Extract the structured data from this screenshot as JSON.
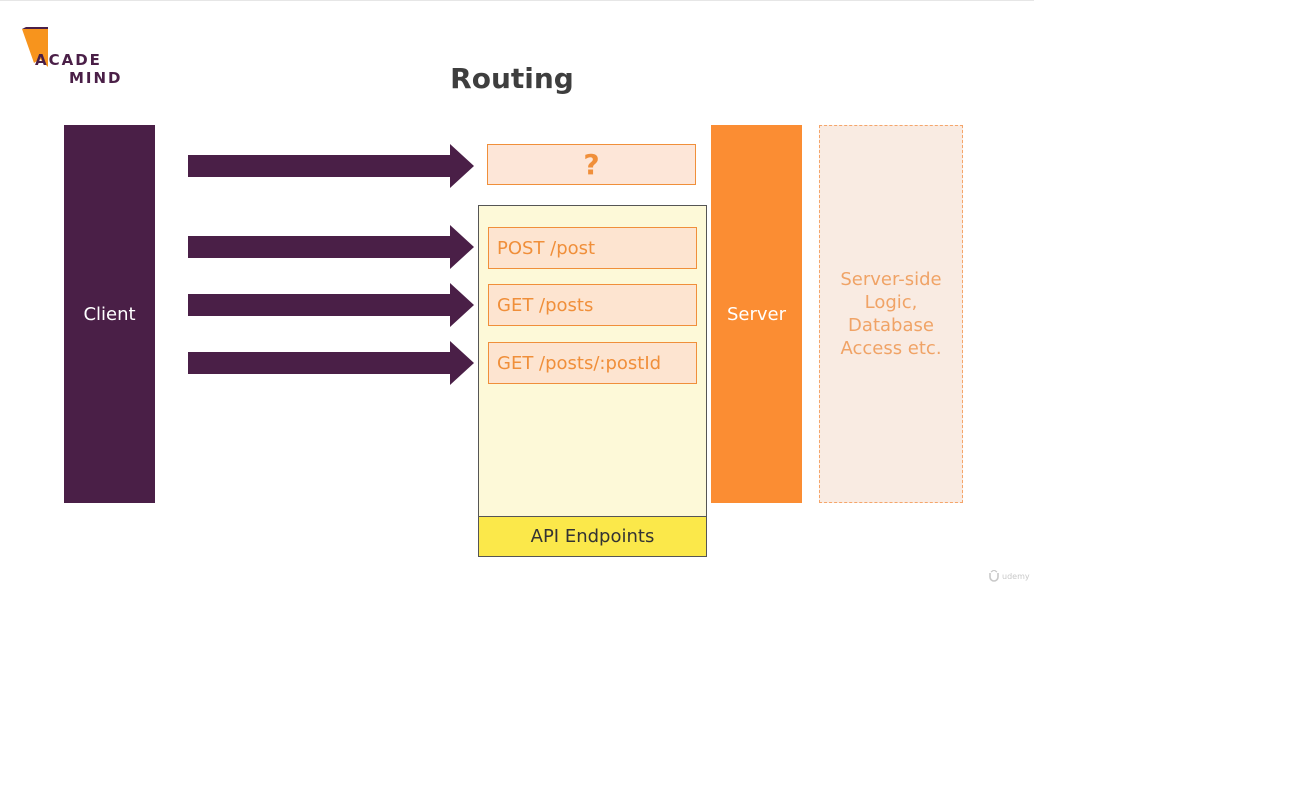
{
  "logo": {
    "line1": "ACADE",
    "line2": "MIND",
    "icon": "academind-bookmark-icon",
    "accent_color": "#f7941d",
    "text_color": "#4a1f47"
  },
  "title": "Routing",
  "client": {
    "label": "Client",
    "color": "#4a1f47"
  },
  "arrows": {
    "count": 4,
    "color": "#4a1f47"
  },
  "unknown_route": {
    "label": "?"
  },
  "routes": [
    {
      "label": "POST /post"
    },
    {
      "label": "GET /posts"
    },
    {
      "label": "GET /posts/:postId"
    }
  ],
  "endpoints": {
    "label": "API Endpoints",
    "footer_color": "#fbe84a"
  },
  "server": {
    "label": "Server",
    "color": "#fb8d33"
  },
  "server_logic": {
    "label": "Server-side Logic, Database Access etc."
  },
  "watermark": {
    "icon": "udemy-logo-icon",
    "label": "udemy"
  }
}
